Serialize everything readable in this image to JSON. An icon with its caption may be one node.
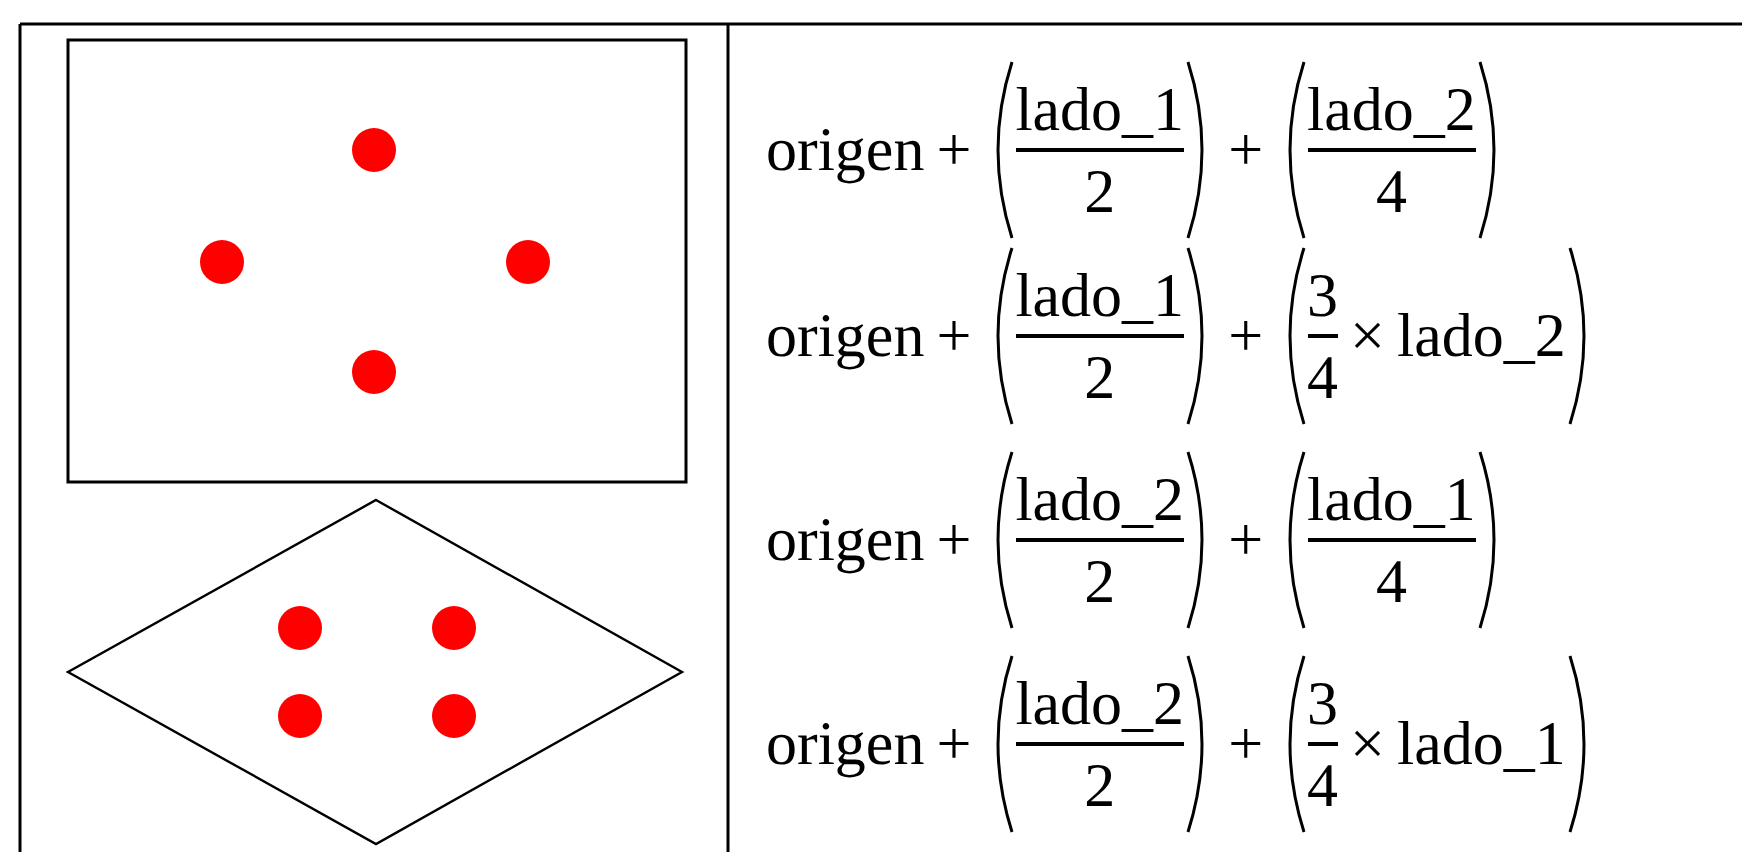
{
  "diagram": {
    "labels": [
      "origen",
      "+",
      "lado_1",
      "2",
      "+",
      "lado_2",
      "4",
      "origen",
      "+",
      "lado_1",
      "2",
      "+",
      "3",
      "4",
      "×",
      "lado_2",
      "origen",
      "+",
      "lado_2",
      "2",
      "+",
      "lado_1",
      "4",
      "origen",
      "+",
      "lado_2",
      "2",
      "+",
      "3",
      "4",
      "×",
      "lado_1"
    ]
  }
}
